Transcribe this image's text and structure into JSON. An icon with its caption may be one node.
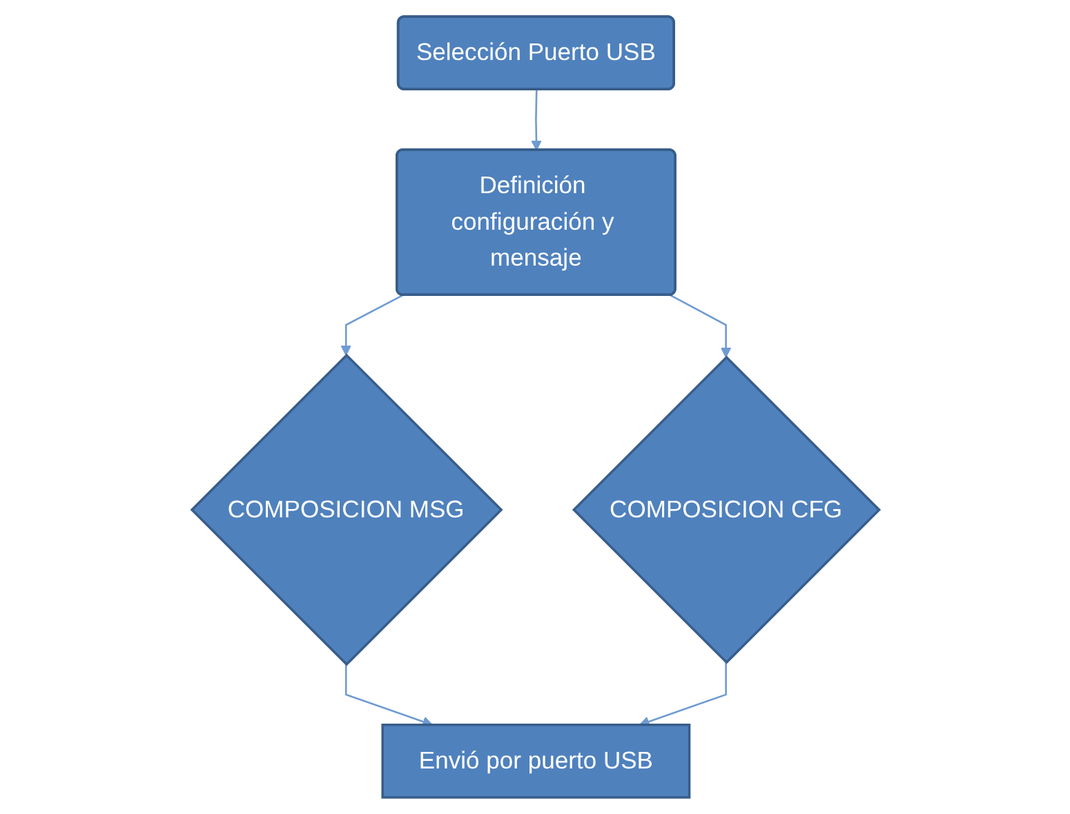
{
  "diagram": {
    "nodes": [
      {
        "text": [
          "Selección Puerto USB"
        ]
      },
      {
        "text": [
          "Definición configuración y mensaje"
        ]
      },
      {
        "text": [
          "COMPOSICION MSG"
        ]
      },
      {
        "text": [
          "COMPOSICION CFG"
        ]
      },
      {
        "text": [
          "Envió por puerto USB"
        ]
      }
    ],
    "edges": [
      {
        "from": 0,
        "to": 1,
        "arrow": "to"
      },
      {
        "from": 1,
        "to": 2,
        "arrow": "to"
      },
      {
        "from": 1,
        "to": 3,
        "arrow": "to"
      },
      {
        "from": 2,
        "to": 4,
        "arrow": "to"
      },
      {
        "from": 3,
        "to": 4,
        "arrow": "to"
      }
    ]
  }
}
